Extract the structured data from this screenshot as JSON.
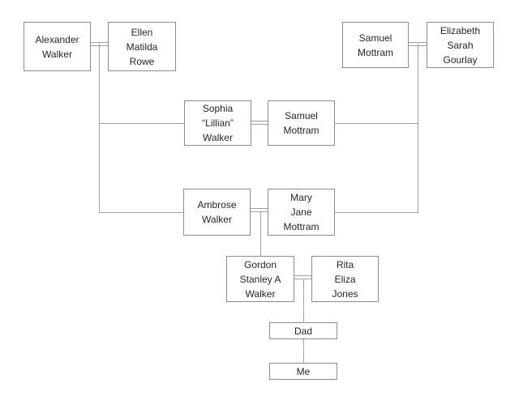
{
  "colors": {
    "background": "#ffffff",
    "box_fill": "#ffffff",
    "box_border": "#8c8c8c",
    "connector": "#a0a0a0",
    "text": "#262626"
  },
  "people": {
    "alexander": {
      "name": "Alexander Walker",
      "lines": [
        "Alexander",
        "Walker"
      ]
    },
    "ellen": {
      "name": "Ellen Matilda Rowe",
      "lines": [
        "Ellen",
        "Matilda",
        "Rowe"
      ]
    },
    "samuel_sr": {
      "name": "Samuel Mottram",
      "lines": [
        "Samuel",
        "Mottram"
      ]
    },
    "elizabeth": {
      "name": "Elizabeth Sarah Gourlay",
      "lines": [
        "Elizabeth",
        "Sarah",
        "Gourlay"
      ]
    },
    "sophia": {
      "name": "Sophia “Lillian” Walker",
      "lines": [
        "Sophia",
        "“Lillian”",
        "Walker"
      ]
    },
    "samuel_jr": {
      "name": "Samuel Mottram",
      "lines": [
        "Samuel",
        "Mottram"
      ]
    },
    "ambrose": {
      "name": "Ambrose Walker",
      "lines": [
        "Ambrose",
        "Walker"
      ]
    },
    "mary": {
      "name": "Mary Jane Mottram",
      "lines": [
        "Mary",
        "Jane",
        "Mottram"
      ]
    },
    "gordon": {
      "name": "Gordon Stanley A Walker",
      "lines": [
        "Gordon",
        "Stanley A",
        "Walker"
      ]
    },
    "rita": {
      "name": "Rita Eliza Jones",
      "lines": [
        "Rita",
        "Eliza",
        "Jones"
      ]
    },
    "dad": {
      "name": "Dad",
      "lines": [
        "Dad"
      ]
    },
    "me": {
      "name": "Me",
      "lines": [
        "Me"
      ]
    }
  },
  "structure": {
    "unions": [
      {
        "partners": [
          "Alexander Walker",
          "Ellen Matilda Rowe"
        ],
        "children": [
          "Sophia “Lillian” Walker",
          "Ambrose Walker"
        ]
      },
      {
        "partners": [
          "Samuel Mottram",
          "Elizabeth Sarah Gourlay"
        ],
        "children": [
          "Samuel Mottram",
          "Mary Jane Mottram"
        ]
      },
      {
        "partners": [
          "Sophia “Lillian” Walker",
          "Samuel Mottram"
        ],
        "children": []
      },
      {
        "partners": [
          "Ambrose Walker",
          "Mary Jane Mottram"
        ],
        "children": [
          "Gordon Stanley A Walker"
        ]
      },
      {
        "partners": [
          "Gordon Stanley A Walker",
          "Rita Eliza Jones"
        ],
        "children": [
          "Dad"
        ]
      },
      {
        "partners": [
          "Dad"
        ],
        "children": [
          "Me"
        ]
      }
    ]
  }
}
